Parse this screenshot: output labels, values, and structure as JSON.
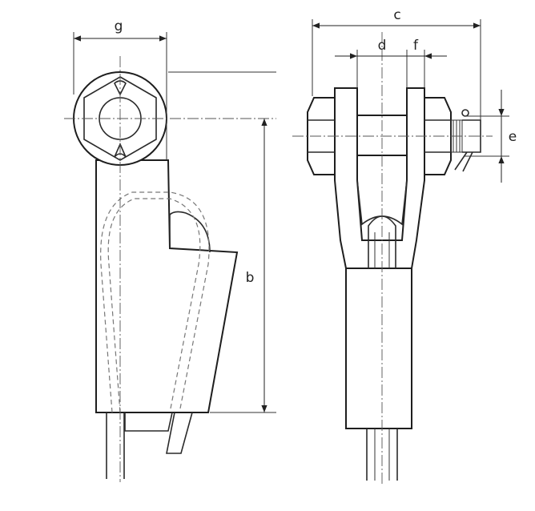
{
  "dimension_labels": {
    "g": "g",
    "b": "b",
    "c": "c",
    "d": "d",
    "f": "f",
    "e": "e"
  }
}
